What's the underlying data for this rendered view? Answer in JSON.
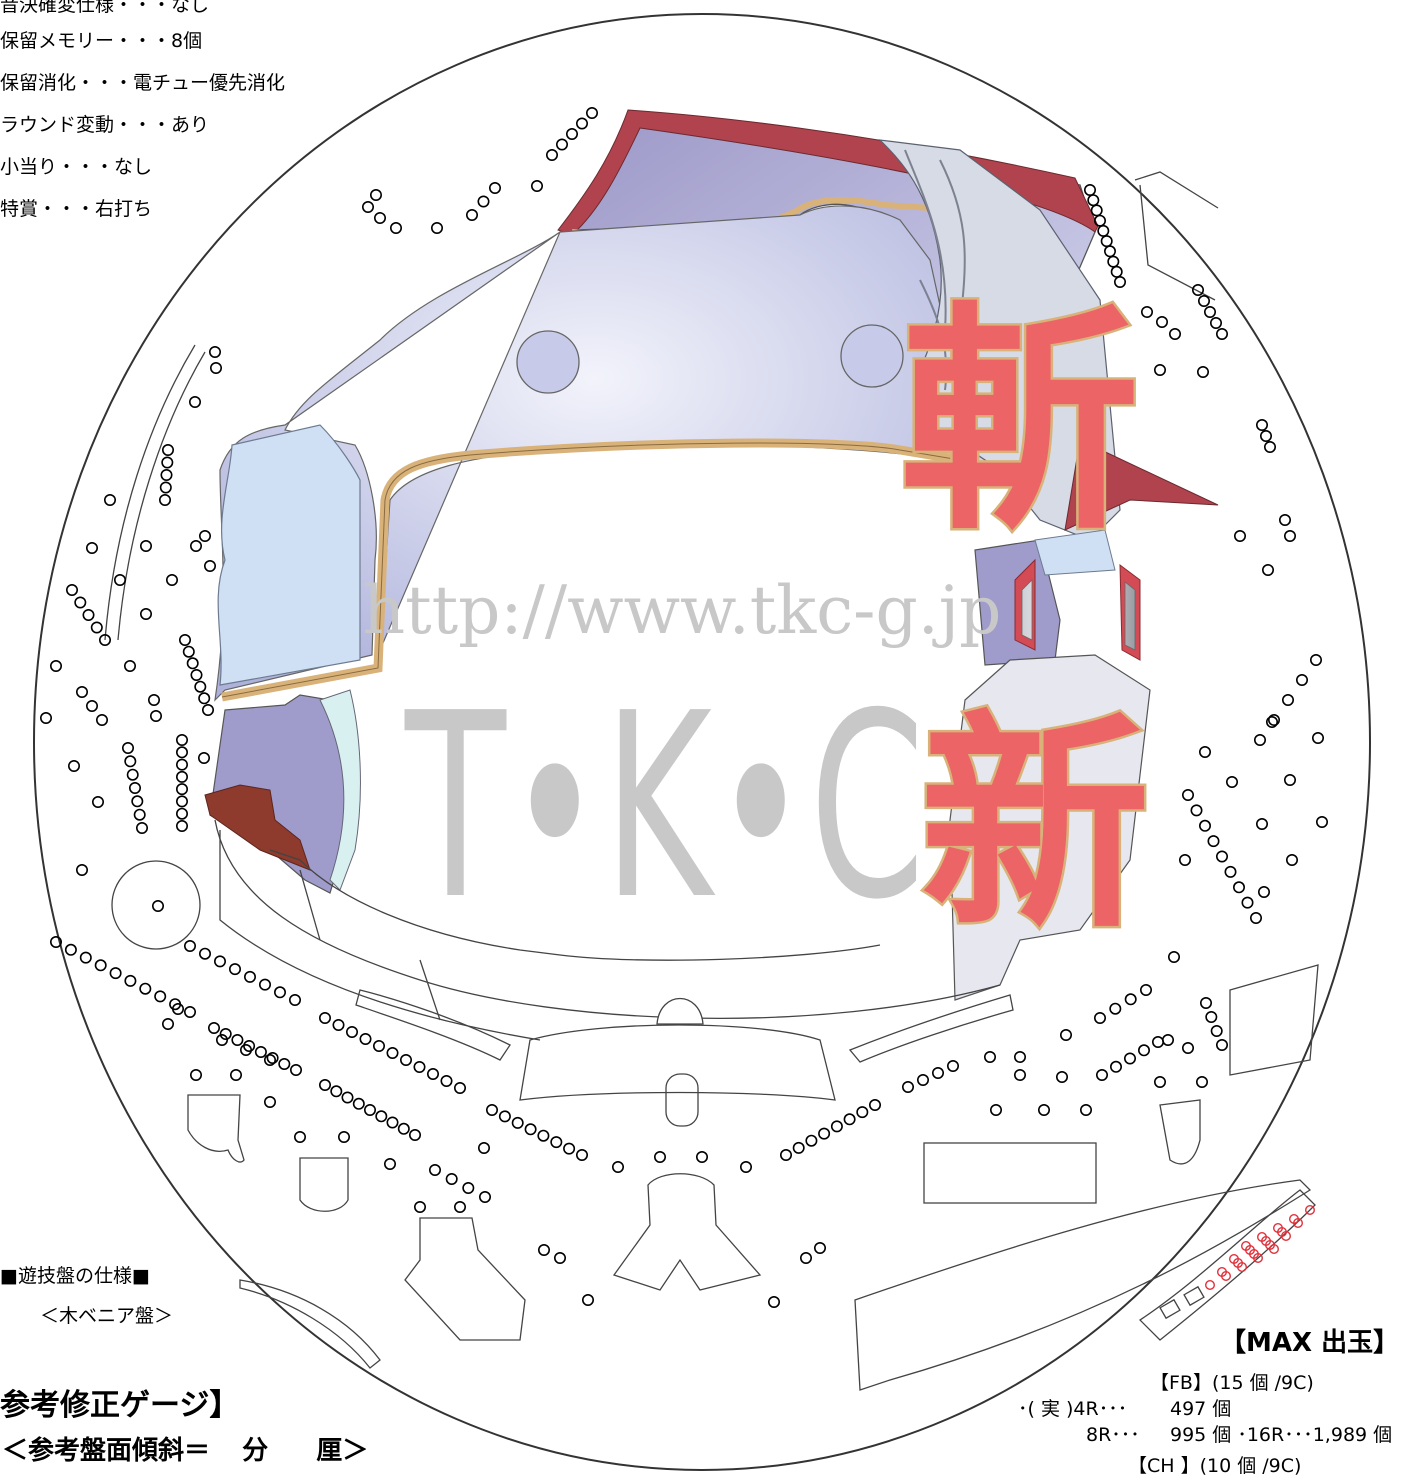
{
  "spec_list": [
    "音決確変仕様・・・なし",
    "保留メモリー・・・8個",
    "保留消化・・・電チュー優先消化",
    "ラウンド変動・・・あり",
    "小当り・・・なし",
    "特賞・・・右打ち"
  ],
  "watermark": {
    "url": "http://www.tkc-g.jp",
    "logo": "T•K•C"
  },
  "board_spec": {
    "title": "■遊技盤の仕様■",
    "type": "＜木ベニア盤＞"
  },
  "gauge": {
    "title": "参考修正ゲージ】",
    "tilt_prefix": "＜参考盤面傾斜＝",
    "tilt_unit_1": "分",
    "tilt_unit_2": "厘＞"
  },
  "max_payout": {
    "title": "【MAX 出玉】",
    "fb_label": "【FB】(15 個 /9C)",
    "line1_prefix": "･( 実 )4R･･･",
    "line1_value": "497 個",
    "line2_prefix": "8R･･･",
    "line2_value": "995 個 ･16R･･･1,989 個",
    "line3": "【CH 】(10 個 /9C)"
  },
  "title_glyphs": {
    "upper": "斬",
    "lower": "新"
  },
  "colors": {
    "lavender": "#9f9ccc",
    "pale_blue": "#cfe0f4",
    "maroon": "#b0434d",
    "gold": "#d9b27a",
    "red_glyph": "#ec6466",
    "watermark_gray": "#c8c8c8"
  }
}
